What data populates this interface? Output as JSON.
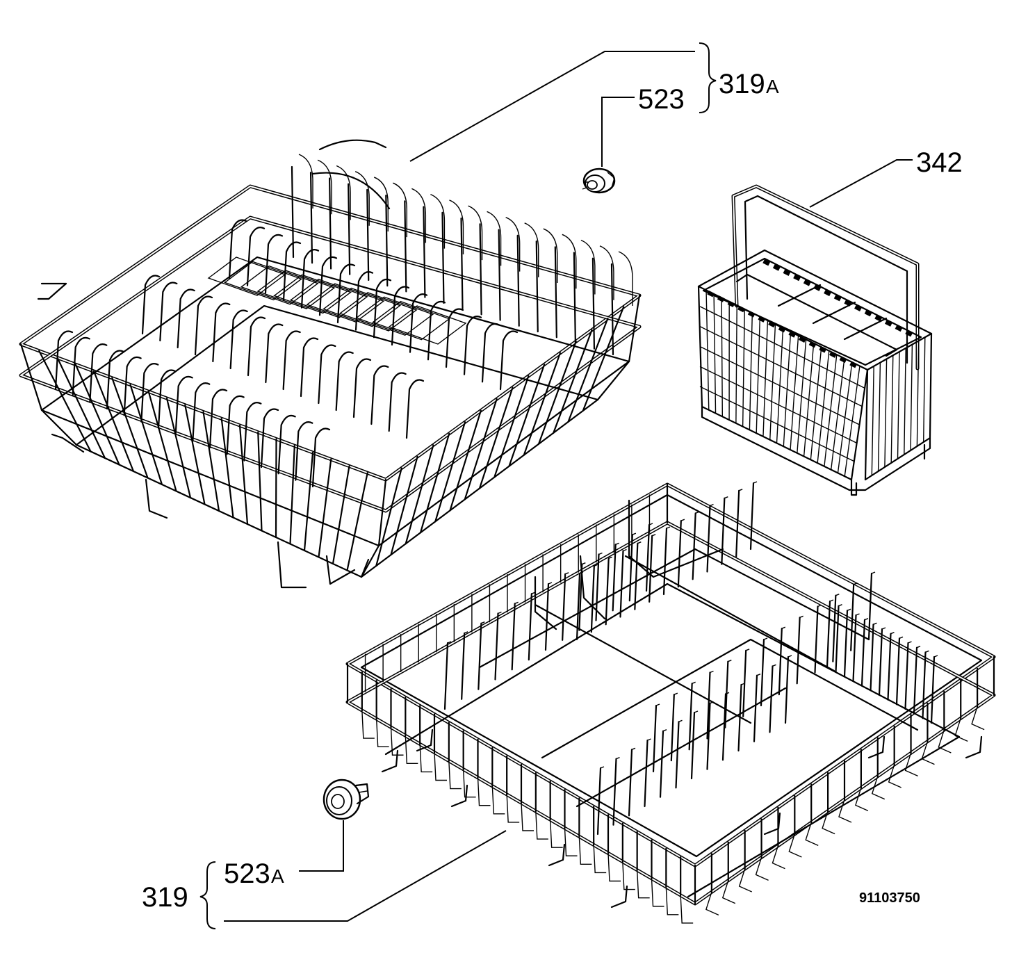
{
  "callouts": {
    "upper_basket_group": {
      "number": "319",
      "suffix": "A"
    },
    "upper_wheel": {
      "number": "523",
      "suffix": ""
    },
    "cutlery_basket": {
      "number": "342",
      "suffix": ""
    },
    "lower_wheel": {
      "number": "523",
      "suffix": "A"
    },
    "lower_basket_group": {
      "number": "319",
      "suffix": ""
    }
  },
  "drawing_code": "91103750"
}
